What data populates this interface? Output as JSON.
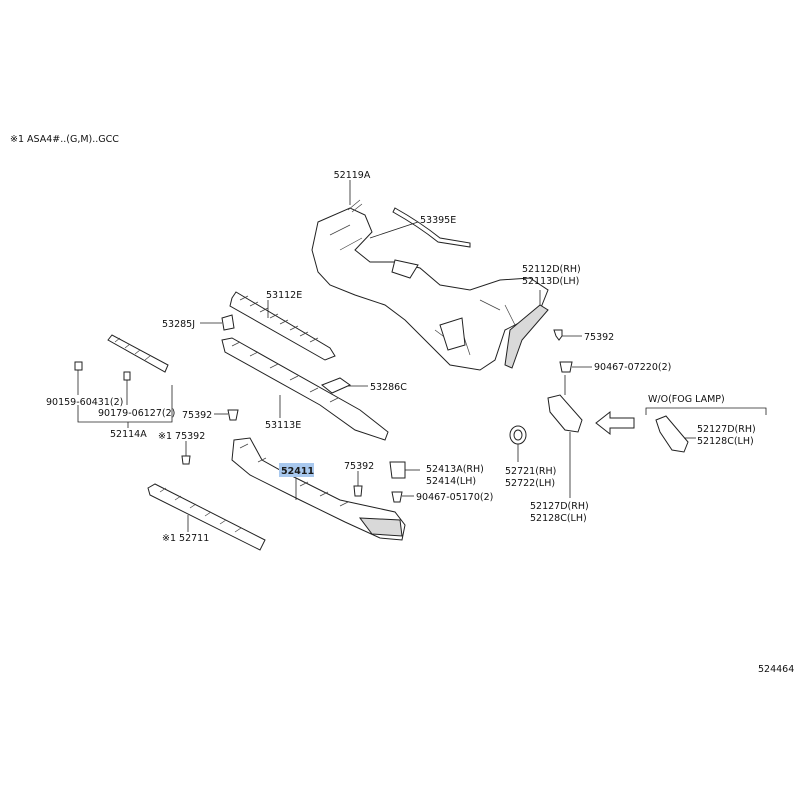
{
  "note": "※1 ASA4#..(G,M)..GCC",
  "diagram_id": "524464",
  "highlight_color": "#a8c8ee",
  "labels": {
    "p52119A": "52119A",
    "p53395E": "53395E",
    "p52112D": "52112D(RH)",
    "p52113D": "52113D(LH)",
    "p53112E": "53112E",
    "p53285J": "53285J",
    "p75392_r": "75392",
    "p90467_07220": "90467-07220(2)",
    "p53286C": "53286C",
    "p90159": "90159-60431(2)",
    "p90179": "90179-06127(2)",
    "p52114A": "52114A",
    "p75392_a": "75392",
    "p53113E": "53113E",
    "p75392_note": "※1 75392",
    "p52411": "52411",
    "p75392_b": "75392",
    "p52413A": "52413A(RH)",
    "p52414": "52414(LH)",
    "p90467_05170": "90467-05170(2)",
    "p52721": "52721(RH)",
    "p52722": "52722(LH)",
    "p52127D": "52127D(RH)",
    "p52128C_b": "52128C(LH)",
    "p52711_note": "※1 52711",
    "fog_caption": "W/O(FOG LAMP)",
    "p52127D_fog": "52127D(RH)",
    "p52128C_fog": "52128C(LH)"
  }
}
